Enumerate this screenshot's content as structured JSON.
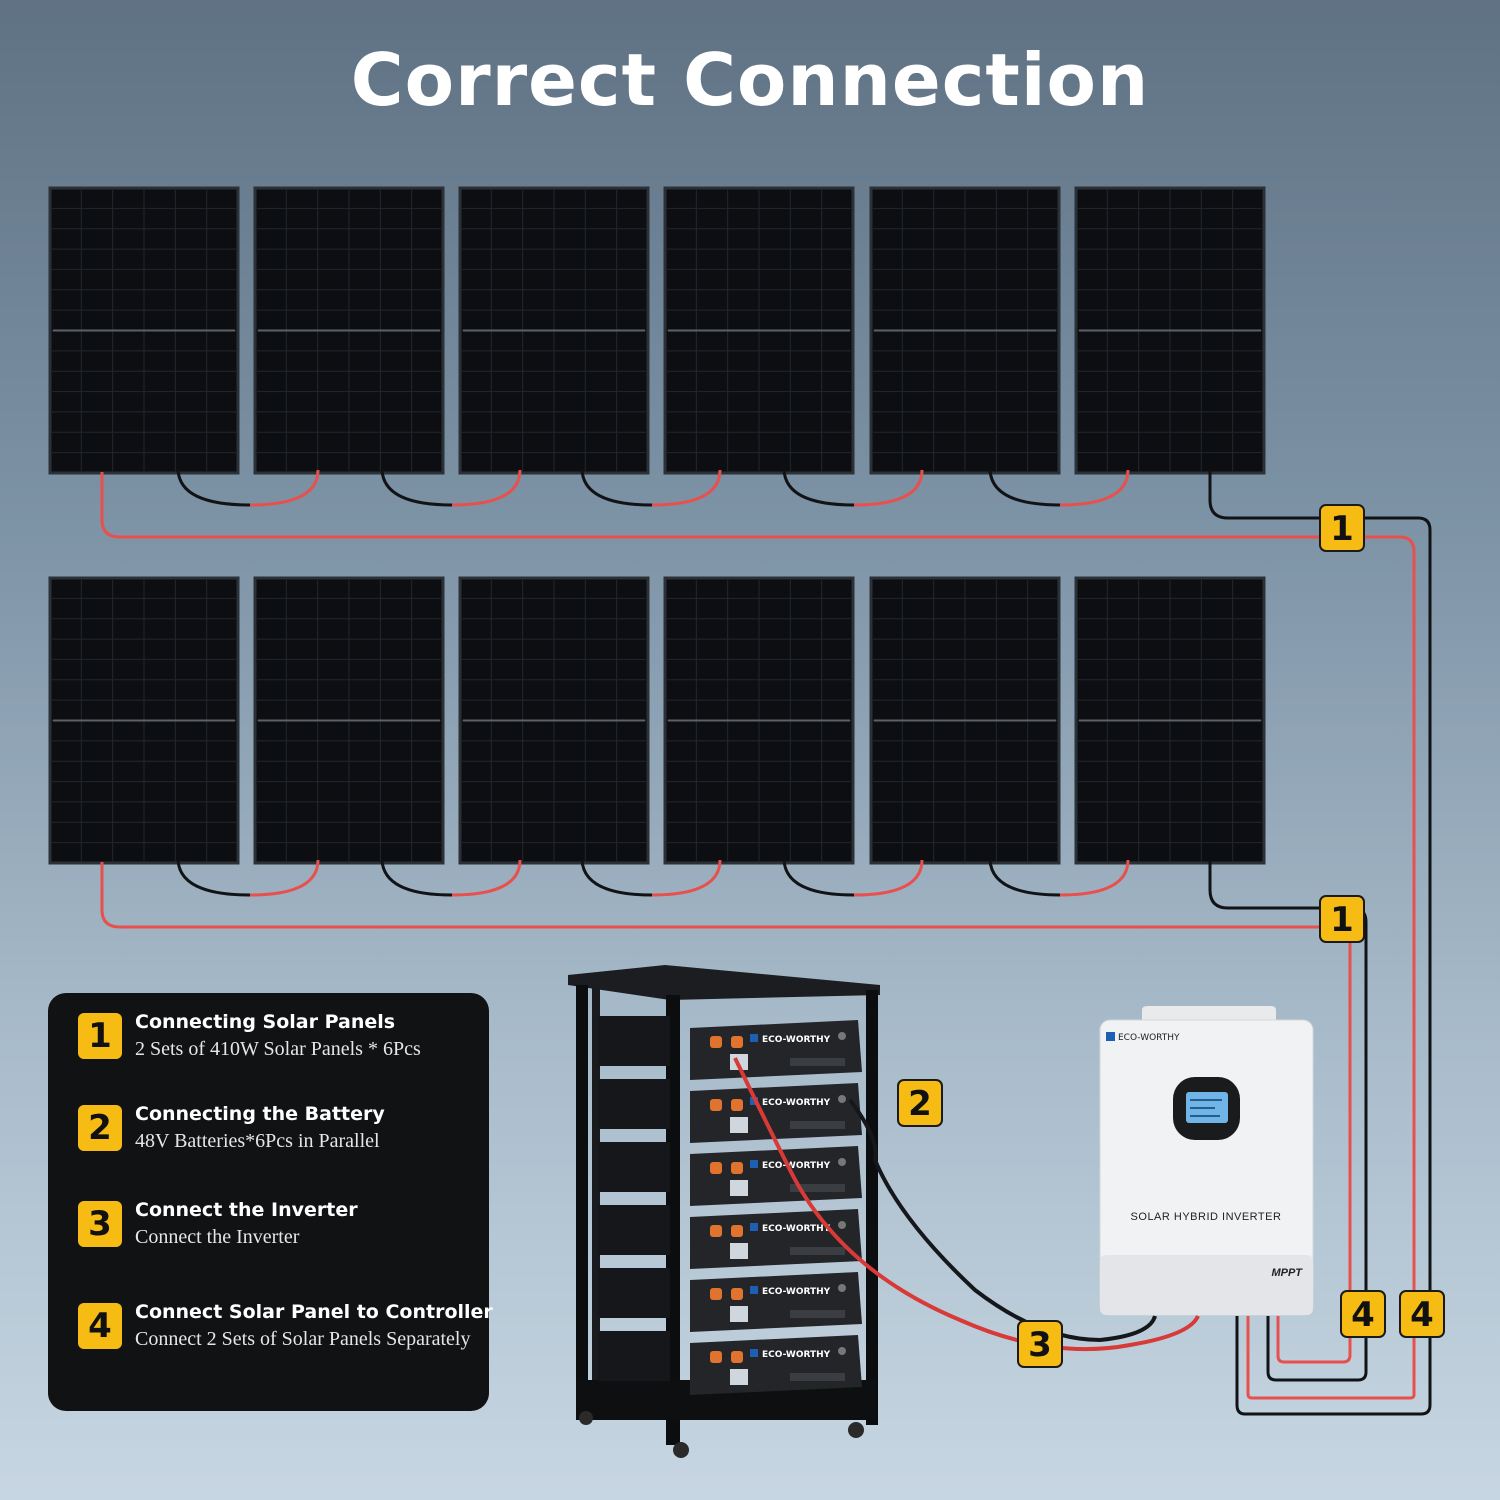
{
  "title": "Correct Connection",
  "legend": [
    {
      "number": "1",
      "title": "Connecting Solar Panels",
      "description": "2 Sets of 410W Solar Panels * 6Pcs"
    },
    {
      "number": "2",
      "title": "Connecting the Battery",
      "description": "48V Batteries*6Pcs in Parallel"
    },
    {
      "number": "3",
      "title": "Connect the Inverter",
      "description": "Connect the Inverter"
    },
    {
      "number": "4",
      "title": "Connect Solar Panel to Controller",
      "description": "Connect 2 Sets of Solar Panels Separately"
    }
  ],
  "diagram_badges": {
    "panels_row1": "1",
    "panels_row2": "1",
    "battery": "2",
    "inverter": "3",
    "controller_a": "4",
    "controller_b": "4"
  },
  "battery_brand": "ECO-WORTHY",
  "inverter": {
    "brand": "ECO-WORTHY",
    "label": "SOLAR HYBRID INVERTER",
    "mppt": "MPPT"
  },
  "colors": {
    "badge": "#f7bc14",
    "positive_wire": "#e8504e",
    "negative_wire": "#111316",
    "panel": "#0c0e12"
  }
}
